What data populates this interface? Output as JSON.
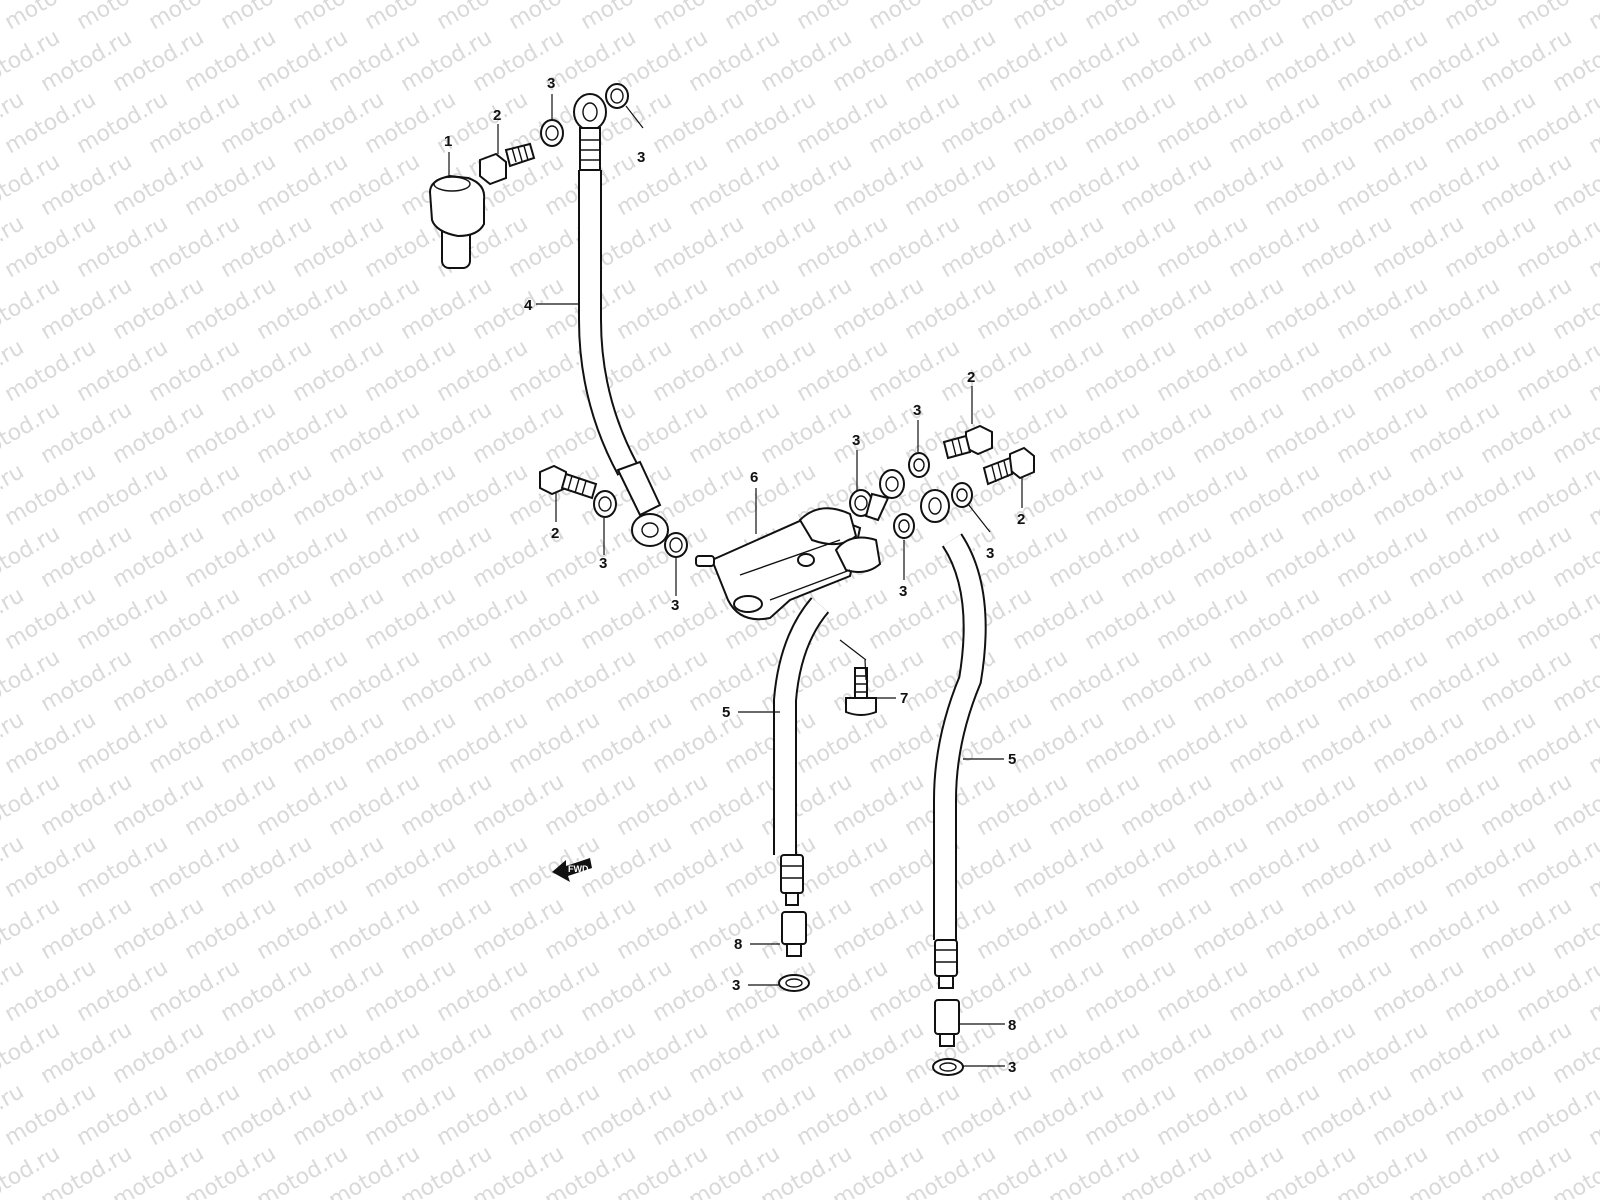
{
  "watermark": {
    "text": "motod.ru"
  },
  "diagram": {
    "fwd_label": "FWD",
    "callouts": [
      {
        "id": "c1",
        "label": "1"
      },
      {
        "id": "c2a",
        "label": "2"
      },
      {
        "id": "c3a",
        "label": "3"
      },
      {
        "id": "c3b",
        "label": "3"
      },
      {
        "id": "c4",
        "label": "4"
      },
      {
        "id": "c2b",
        "label": "2"
      },
      {
        "id": "c3c",
        "label": "3"
      },
      {
        "id": "c3d",
        "label": "3"
      },
      {
        "id": "c6",
        "label": "6"
      },
      {
        "id": "c3e",
        "label": "3"
      },
      {
        "id": "c3f",
        "label": "3"
      },
      {
        "id": "c2c",
        "label": "2"
      },
      {
        "id": "c2d",
        "label": "2"
      },
      {
        "id": "c3g",
        "label": "3"
      },
      {
        "id": "c3h",
        "label": "3"
      },
      {
        "id": "c5a",
        "label": "5"
      },
      {
        "id": "c7",
        "label": "7"
      },
      {
        "id": "c5b",
        "label": "5"
      },
      {
        "id": "c8a",
        "label": "8"
      },
      {
        "id": "c3i",
        "label": "3"
      },
      {
        "id": "c8b",
        "label": "8"
      },
      {
        "id": "c3j",
        "label": "3"
      }
    ]
  }
}
